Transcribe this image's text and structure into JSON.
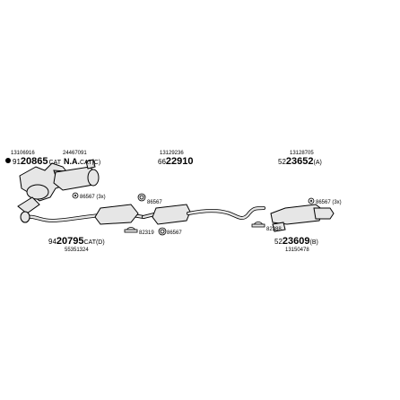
{
  "refs": {
    "r13106916": "13106916",
    "r24467091": "24467091",
    "r13129236": "13129236",
    "r13128705": "13128705",
    "cat_prefix": "91",
    "cat_number": "20865",
    "cat_label": "CAT",
    "cat_na": "N.A.",
    "cat_suffix": "CAT(C)",
    "mid_prefix": "66",
    "mid_number": "22910",
    "rear_prefix": "52",
    "rear_number": "23652",
    "rear_suffix": "(A)",
    "down_prefix": "94",
    "down_number": "20795",
    "down_suffix": "CAT(D)",
    "r55351324": "55351324",
    "rb_prefix": "52",
    "rb_number": "23609",
    "rb_suffix": "(B)",
    "r13150478": "13150478",
    "hw_86567_3x_a": "86567 (3x)",
    "hw_86567": "86567",
    "hw_82319": "82319",
    "hw_86567_b": "86567",
    "hw_82388": "82388",
    "hw_86567_3x_b": "86567 (3x)"
  }
}
